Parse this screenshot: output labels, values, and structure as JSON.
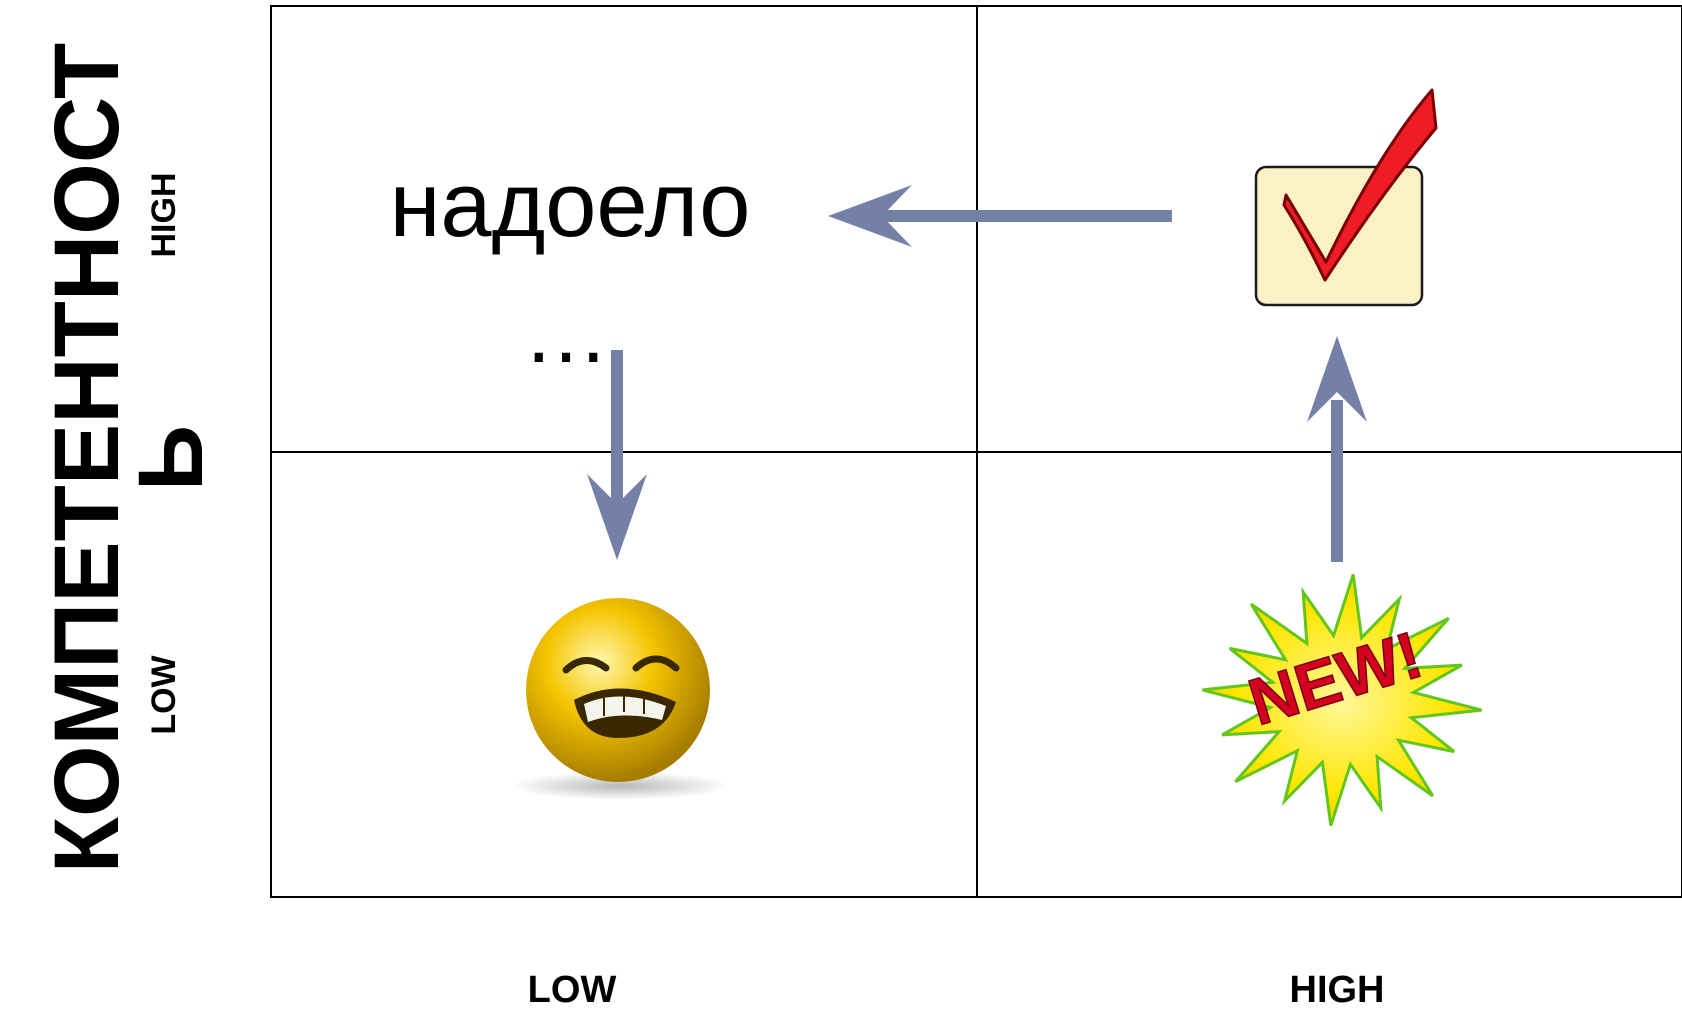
{
  "diagram": {
    "y_axis": {
      "title_line1": "КОМПЕТЕНТНОСТ",
      "title_line2": "Ь",
      "high_label": "HIGH",
      "low_label": "LOW"
    },
    "x_axis": {
      "low_label": "LOW",
      "high_label": "HIGH"
    },
    "quadrants": {
      "top_left": {
        "text": "надоело",
        "ellipsis": "…"
      },
      "top_right": {
        "icon": "checkmark-box-icon"
      },
      "bottom_left": {
        "icon": "grimacing-face-icon"
      },
      "bottom_right": {
        "icon": "new-starburst-icon",
        "badge_text": "NEW!"
      }
    },
    "colors": {
      "arrow": "#7480a6",
      "grid_line": "#000000",
      "checkbox_fill": "#fbf1c6",
      "check_red": "#ee1c24",
      "face_yellow": "#f5c400",
      "star_yellow": "#fff200",
      "star_green": "#7ed321",
      "new_red": "#d4001f"
    }
  }
}
